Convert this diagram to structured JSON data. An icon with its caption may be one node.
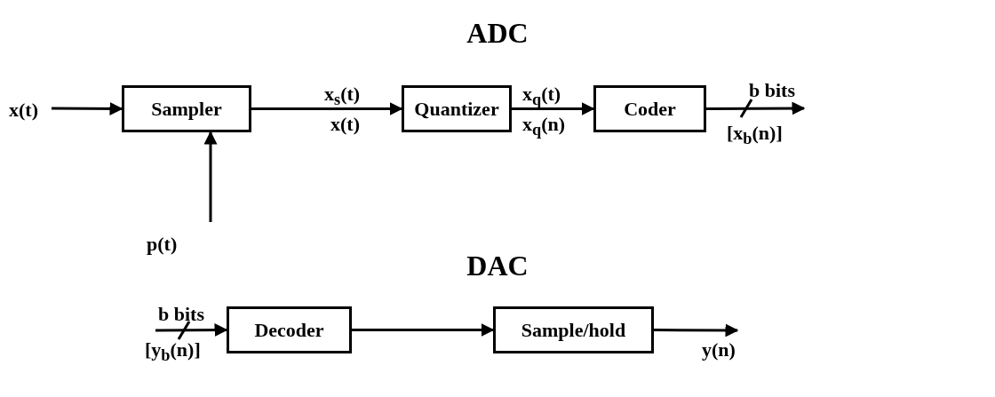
{
  "diagram": {
    "nodes": [
      {
        "text": [
          "Sampler"
        ]
      },
      {
        "text": [
          "Quantizer"
        ]
      },
      {
        "text": [
          "Coder"
        ]
      },
      {
        "text": [
          "Decoder"
        ]
      },
      {
        "text": [
          "Sample/hold"
        ]
      }
    ],
    "edges": [
      {
        "from": null,
        "to": 0,
        "arrow": "to",
        "label": "x(t)"
      },
      {
        "from": null,
        "to": 0,
        "arrow": "to",
        "label": "p(t)"
      },
      {
        "from": 0,
        "to": 1,
        "arrow": "to",
        "label": "x$_{s}$(t)"
      },
      {
        "from": 1,
        "to": 2,
        "arrow": "to",
        "label": "x$_{q}$(t)"
      },
      {
        "from": 2,
        "to": null,
        "arrow": "to",
        "label": "b bits"
      },
      {
        "from": null,
        "to": 3,
        "arrow": "to",
        "label": "b bits"
      },
      {
        "from": 3,
        "to": 4,
        "arrow": "to"
      },
      {
        "from": 4,
        "to": null,
        "arrow": "to",
        "label": "y(n)"
      }
    ],
    "labels": [
      "ADC",
      "x(t)",
      "x$_{q}$(n)",
      "[x$_{b}$(n)]",
      "DAC",
      "[y$_{b}$(n)]"
    ]
  }
}
